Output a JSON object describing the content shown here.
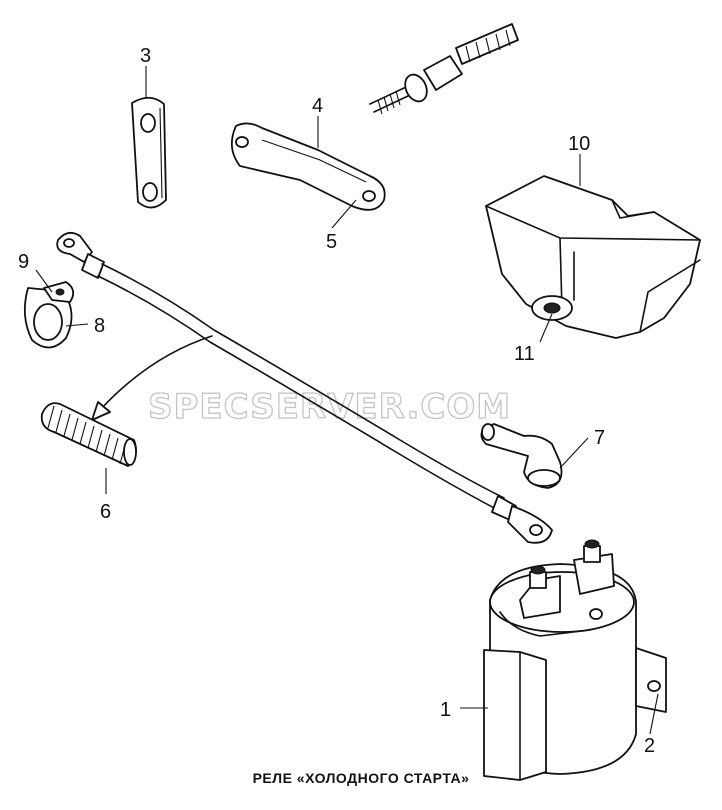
{
  "watermark": "SPECSERVER.COM",
  "caption": "РЕЛЕ «ХОЛОДНОГО СТАРТА»",
  "callouts": {
    "c1": "1",
    "c2": "2",
    "c3": "3",
    "c4": "4",
    "c5": "5",
    "c6": "6",
    "c7": "7",
    "c8": "8",
    "c9": "9",
    "c10": "10",
    "c11": "11"
  }
}
